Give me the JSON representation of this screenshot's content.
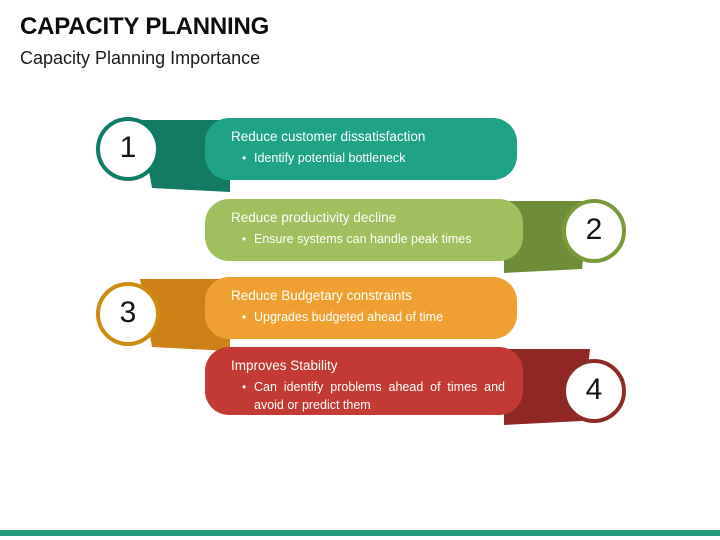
{
  "header": {
    "title": "CAPACITY PLANNING",
    "subtitle": "Capacity Planning Importance"
  },
  "theme": {
    "accent_bar_color": "#259b7e",
    "background": "#ffffff",
    "text_on_banner": "#ffffff"
  },
  "steps": [
    {
      "number": "1",
      "heading": "Reduce customer dissatisfaction",
      "bullets": [
        "Identify potential bottleneck"
      ],
      "banner_color": "#1ea387",
      "tail_color": "#137a63",
      "circle_color": "#0f7d66",
      "number_color": "#131313",
      "side": "left"
    },
    {
      "number": "2",
      "heading": "Reduce productivity decline",
      "bullets": [
        "Ensure systems can handle peak times"
      ],
      "banner_color": "#a0bf5e",
      "tail_color": "#6e8d3a",
      "circle_color": "#7a9a39",
      "number_color": "#131313",
      "side": "right"
    },
    {
      "number": "3",
      "heading": "Reduce Budgetary constraints",
      "bullets": [
        "Upgrades budgeted ahead of time"
      ],
      "banner_color": "#f0a030",
      "tail_color": "#cc8015",
      "circle_color": "#cf8a10",
      "number_color": "#131313",
      "side": "left"
    },
    {
      "number": "4",
      "heading": "Improves Stability",
      "bullets": [
        "Can identify problems ahead of times and avoid or predict them"
      ],
      "banner_color": "#c23a32",
      "tail_color": "#8f2822",
      "circle_color": "#8e2a24",
      "number_color": "#131313",
      "side": "right"
    }
  ]
}
